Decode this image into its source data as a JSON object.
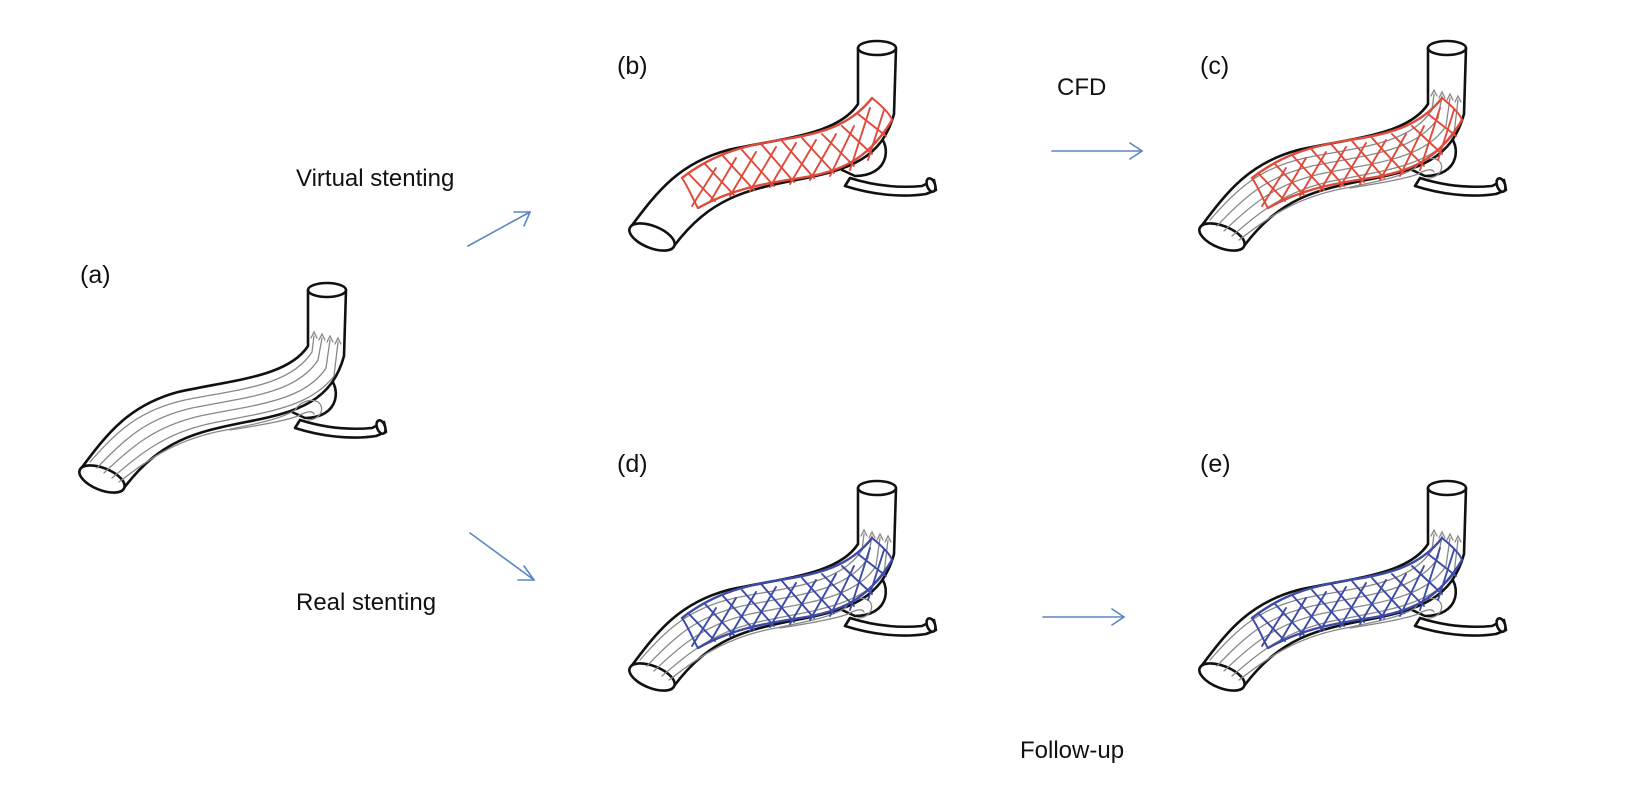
{
  "labels": {
    "a": "(a)",
    "b": "(b)",
    "c": "(c)",
    "d": "(d)",
    "e": "(e)",
    "virtual_stenting": "Virtual stenting",
    "real_stenting": "Real stenting",
    "cfd": "CFD",
    "follow_up": "Follow-up"
  },
  "colors": {
    "virtual_stent": "#e04a3a",
    "real_stent": "#3d4aa8",
    "arrow": "#5b86c4",
    "outline": "#111111",
    "flow_lines": "#888888"
  },
  "panels": [
    {
      "id": "a",
      "stent": "none",
      "flow": true
    },
    {
      "id": "b",
      "stent": "virtual",
      "flow": false
    },
    {
      "id": "c",
      "stent": "virtual",
      "flow": true
    },
    {
      "id": "d",
      "stent": "real",
      "flow": true
    },
    {
      "id": "e",
      "stent": "real",
      "flow": true
    }
  ],
  "arrows": [
    {
      "from": "a",
      "to": "b"
    },
    {
      "from": "a",
      "to": "d"
    },
    {
      "from": "b",
      "to": "c"
    },
    {
      "from": "d",
      "to": "e"
    }
  ]
}
